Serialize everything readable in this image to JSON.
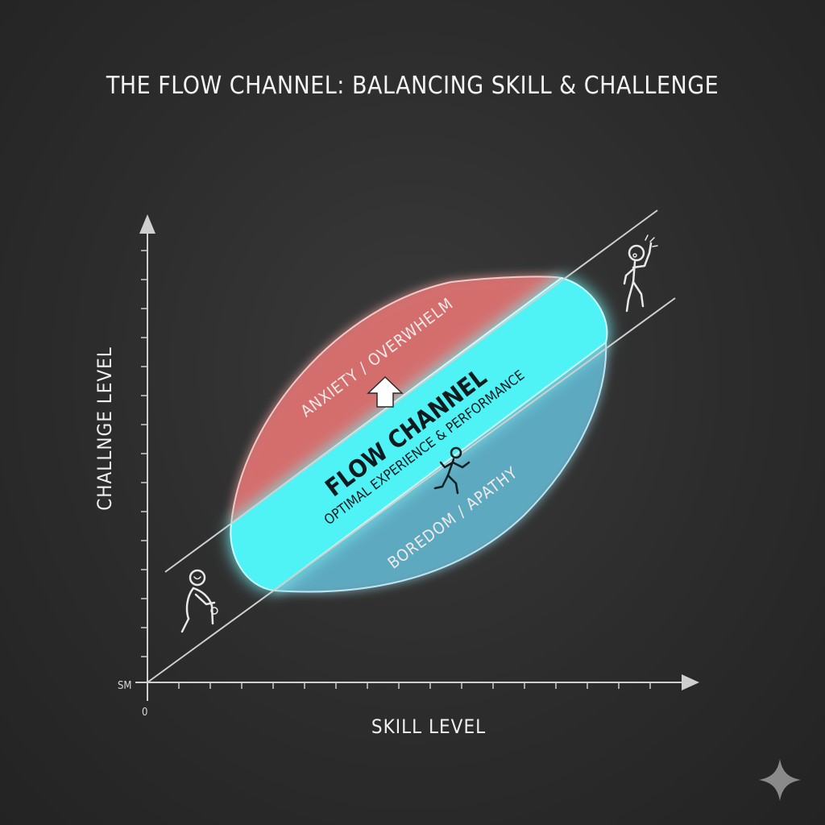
{
  "title": "THE FLOW CHANNEL: BALANCING SKILL & CHALLENGE",
  "axes": {
    "x_label": "SKILL LEVEL",
    "y_label": "CHALLNGE LEVEL",
    "origin_label": "0",
    "corner_label": "SM"
  },
  "zones": {
    "anxiety": "ANXIETY / OVERWHELM",
    "flow_title": "FLOW CHANNEL",
    "flow_subtitle": "OPTIMAL EXPERIENCE & PERFORMANCE",
    "boredom": "BOREDOM / APATHY"
  },
  "figures": {
    "lower_left": "relaxed-person-icon",
    "center": "running-person-icon",
    "upper_right": "stressed-person-icon"
  },
  "colors": {
    "background": "#2c2c2c",
    "anxiety": "#d9706f",
    "flow": "#4ff2f5",
    "boredom": "#5fb3cc",
    "lines": "#cfcfcf"
  },
  "watermark": "sparkle-icon"
}
